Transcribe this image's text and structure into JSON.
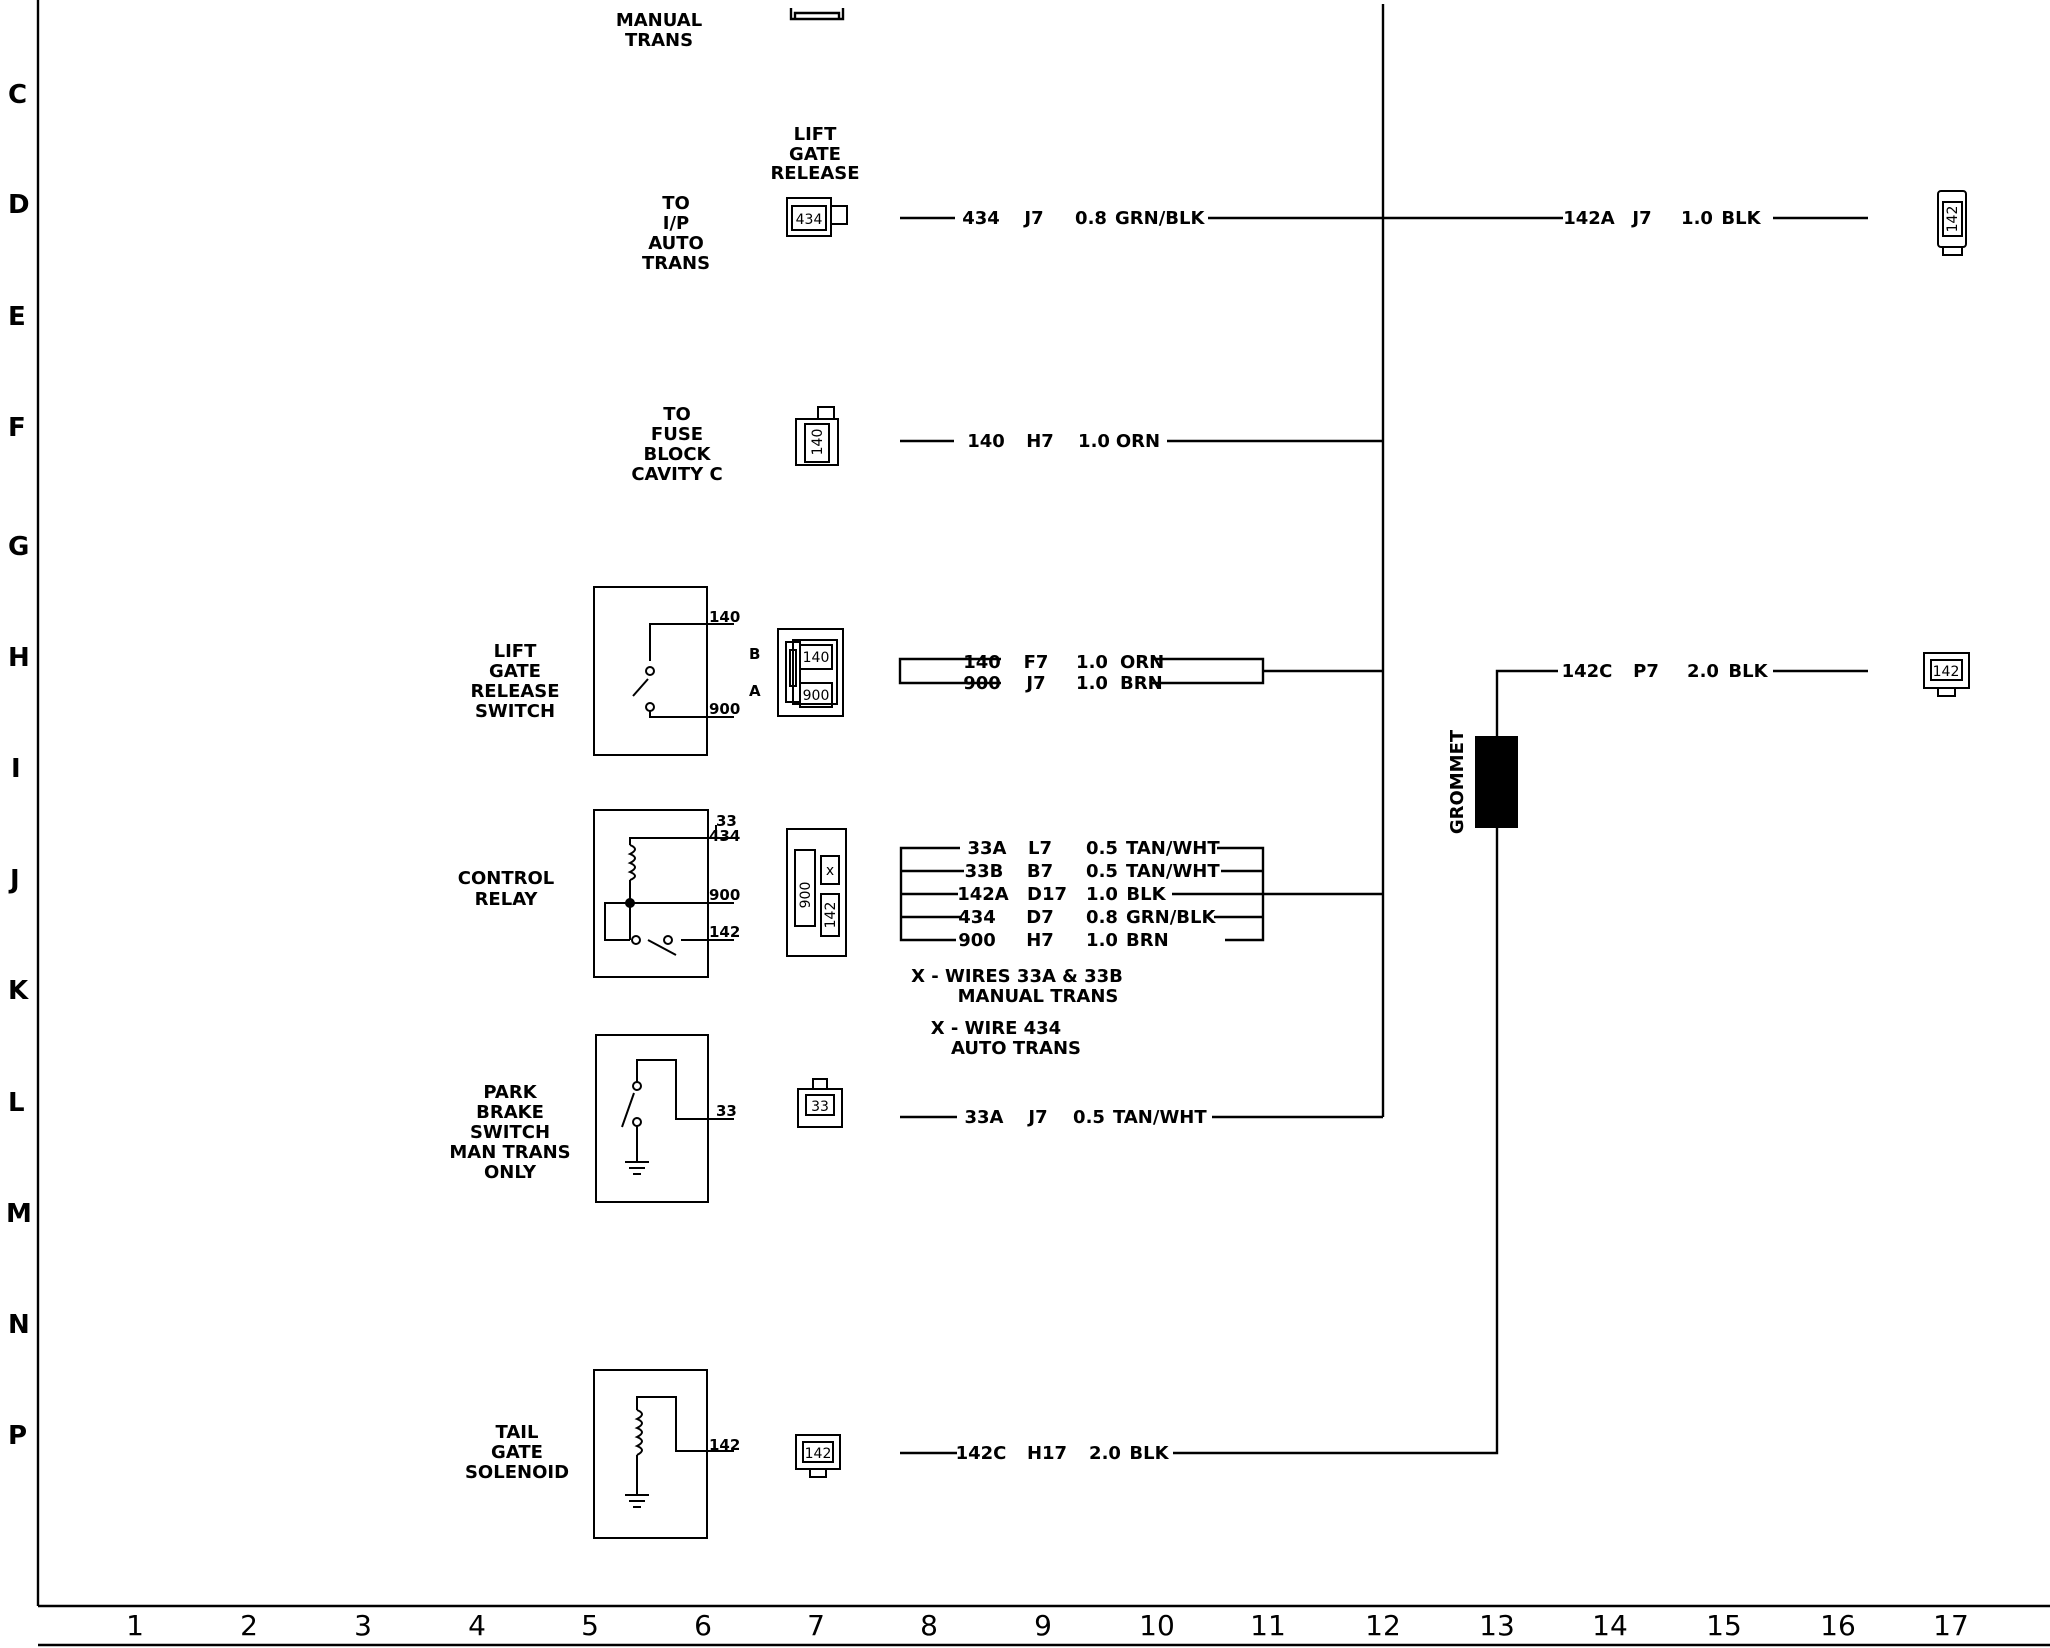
{
  "grid": {
    "rows": [
      "C",
      "D",
      "E",
      "F",
      "G",
      "H",
      "I",
      "J",
      "K",
      "L",
      "M",
      "N",
      "P"
    ],
    "cols": [
      "1",
      "2",
      "3",
      "4",
      "5",
      "6",
      "7",
      "8",
      "9",
      "10",
      "11",
      "12",
      "13",
      "14",
      "15",
      "16",
      "17"
    ]
  },
  "labels": {
    "manual_trans": [
      "MANUAL",
      "TRANS"
    ],
    "lift_gate_release": [
      "LIFT",
      "GATE",
      "RELEASE"
    ],
    "to_ip_auto": [
      "TO",
      "I/P",
      "AUTO",
      "TRANS"
    ],
    "to_fuse_block": [
      "TO",
      "FUSE",
      "BLOCK",
      "CAVITY C"
    ],
    "lift_gate_switch": [
      "LIFT",
      "GATE",
      "RELEASE",
      "SWITCH"
    ],
    "control_relay": [
      "CONTROL",
      "RELAY"
    ],
    "park_brake": [
      "PARK",
      "BRAKE",
      "SWITCH",
      "MAN TRANS",
      "ONLY"
    ],
    "tail_gate": [
      "TAIL",
      "GATE",
      "SOLENOID"
    ],
    "grommet": "GROMMET",
    "xnote1": [
      "X - WIRES 33A & 33B",
      "MANUAL TRANS"
    ],
    "xnote2": [
      "X - WIRE 434",
      "AUTO TRANS"
    ]
  },
  "wires": {
    "w434": [
      "434",
      "J7",
      "0.8",
      "GRN/BLK"
    ],
    "w142a_top": [
      "142A",
      "J7",
      "1.0",
      "BLK"
    ],
    "w140": [
      "140",
      "H7",
      "1.0",
      "ORN"
    ],
    "w140_f7": [
      "140",
      "F7",
      "1.0",
      "ORN"
    ],
    "w900_j7": [
      "900",
      "J7",
      "1.0",
      "BRN"
    ],
    "w142c_p7": [
      "142C",
      "P7",
      "2.0",
      "BLK"
    ],
    "w33a_l7": [
      "33A",
      "L7",
      "0.5",
      "TAN/WHT"
    ],
    "w33b_b7": [
      "33B",
      "B7",
      "0.5",
      "TAN/WHT"
    ],
    "w142a_d17": [
      "142A",
      "D17",
      "1.0",
      "BLK"
    ],
    "w434_d7": [
      "434",
      "D7",
      "0.8",
      "GRN/BLK"
    ],
    "w900_h7": [
      "900",
      "H7",
      "1.0",
      "BRN"
    ],
    "w33a_j7": [
      "33A",
      "J7",
      "0.5",
      "TAN/WHT"
    ],
    "w142c_h17": [
      "142C",
      "H17",
      "2.0",
      "BLK"
    ]
  },
  "pins": {
    "sw_140": "140",
    "sw_900": "900",
    "sw_b": "B",
    "sw_a": "A",
    "relay_33": "33",
    "relay_434": "434",
    "relay_900": "900",
    "relay_142": "142",
    "park_33": "33",
    "tail_142": "142"
  },
  "connectors": {
    "c434": "434",
    "c142_right": "142",
    "c140": "140",
    "csw_140": "140",
    "csw_900": "900",
    "crelay_x": "x",
    "crelay_900": "900",
    "crelay_142": "142",
    "c33": "33",
    "c142_tail": "142",
    "c142_right_h": "142"
  }
}
